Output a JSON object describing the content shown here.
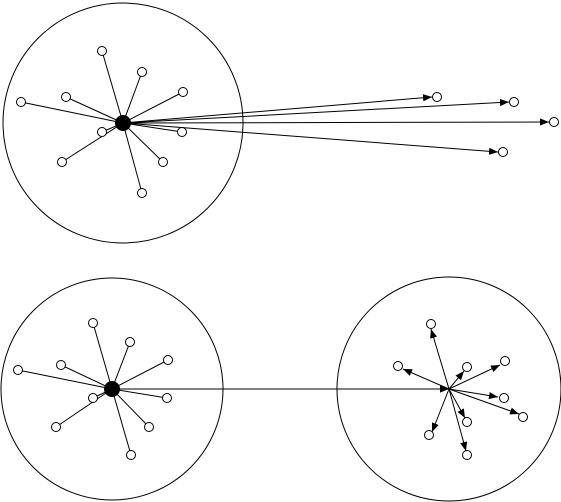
{
  "diagram": {
    "description_visible_text": [],
    "colors": {
      "stroke": "#000000",
      "background": "#ffffff",
      "hub_fill": "#000000"
    },
    "panels": [
      {
        "id": "top",
        "kind": "hub-with-spokes-and-long-arrows"
      },
      {
        "id": "bottom",
        "kind": "hub-to-hub-link"
      }
    ]
  }
}
